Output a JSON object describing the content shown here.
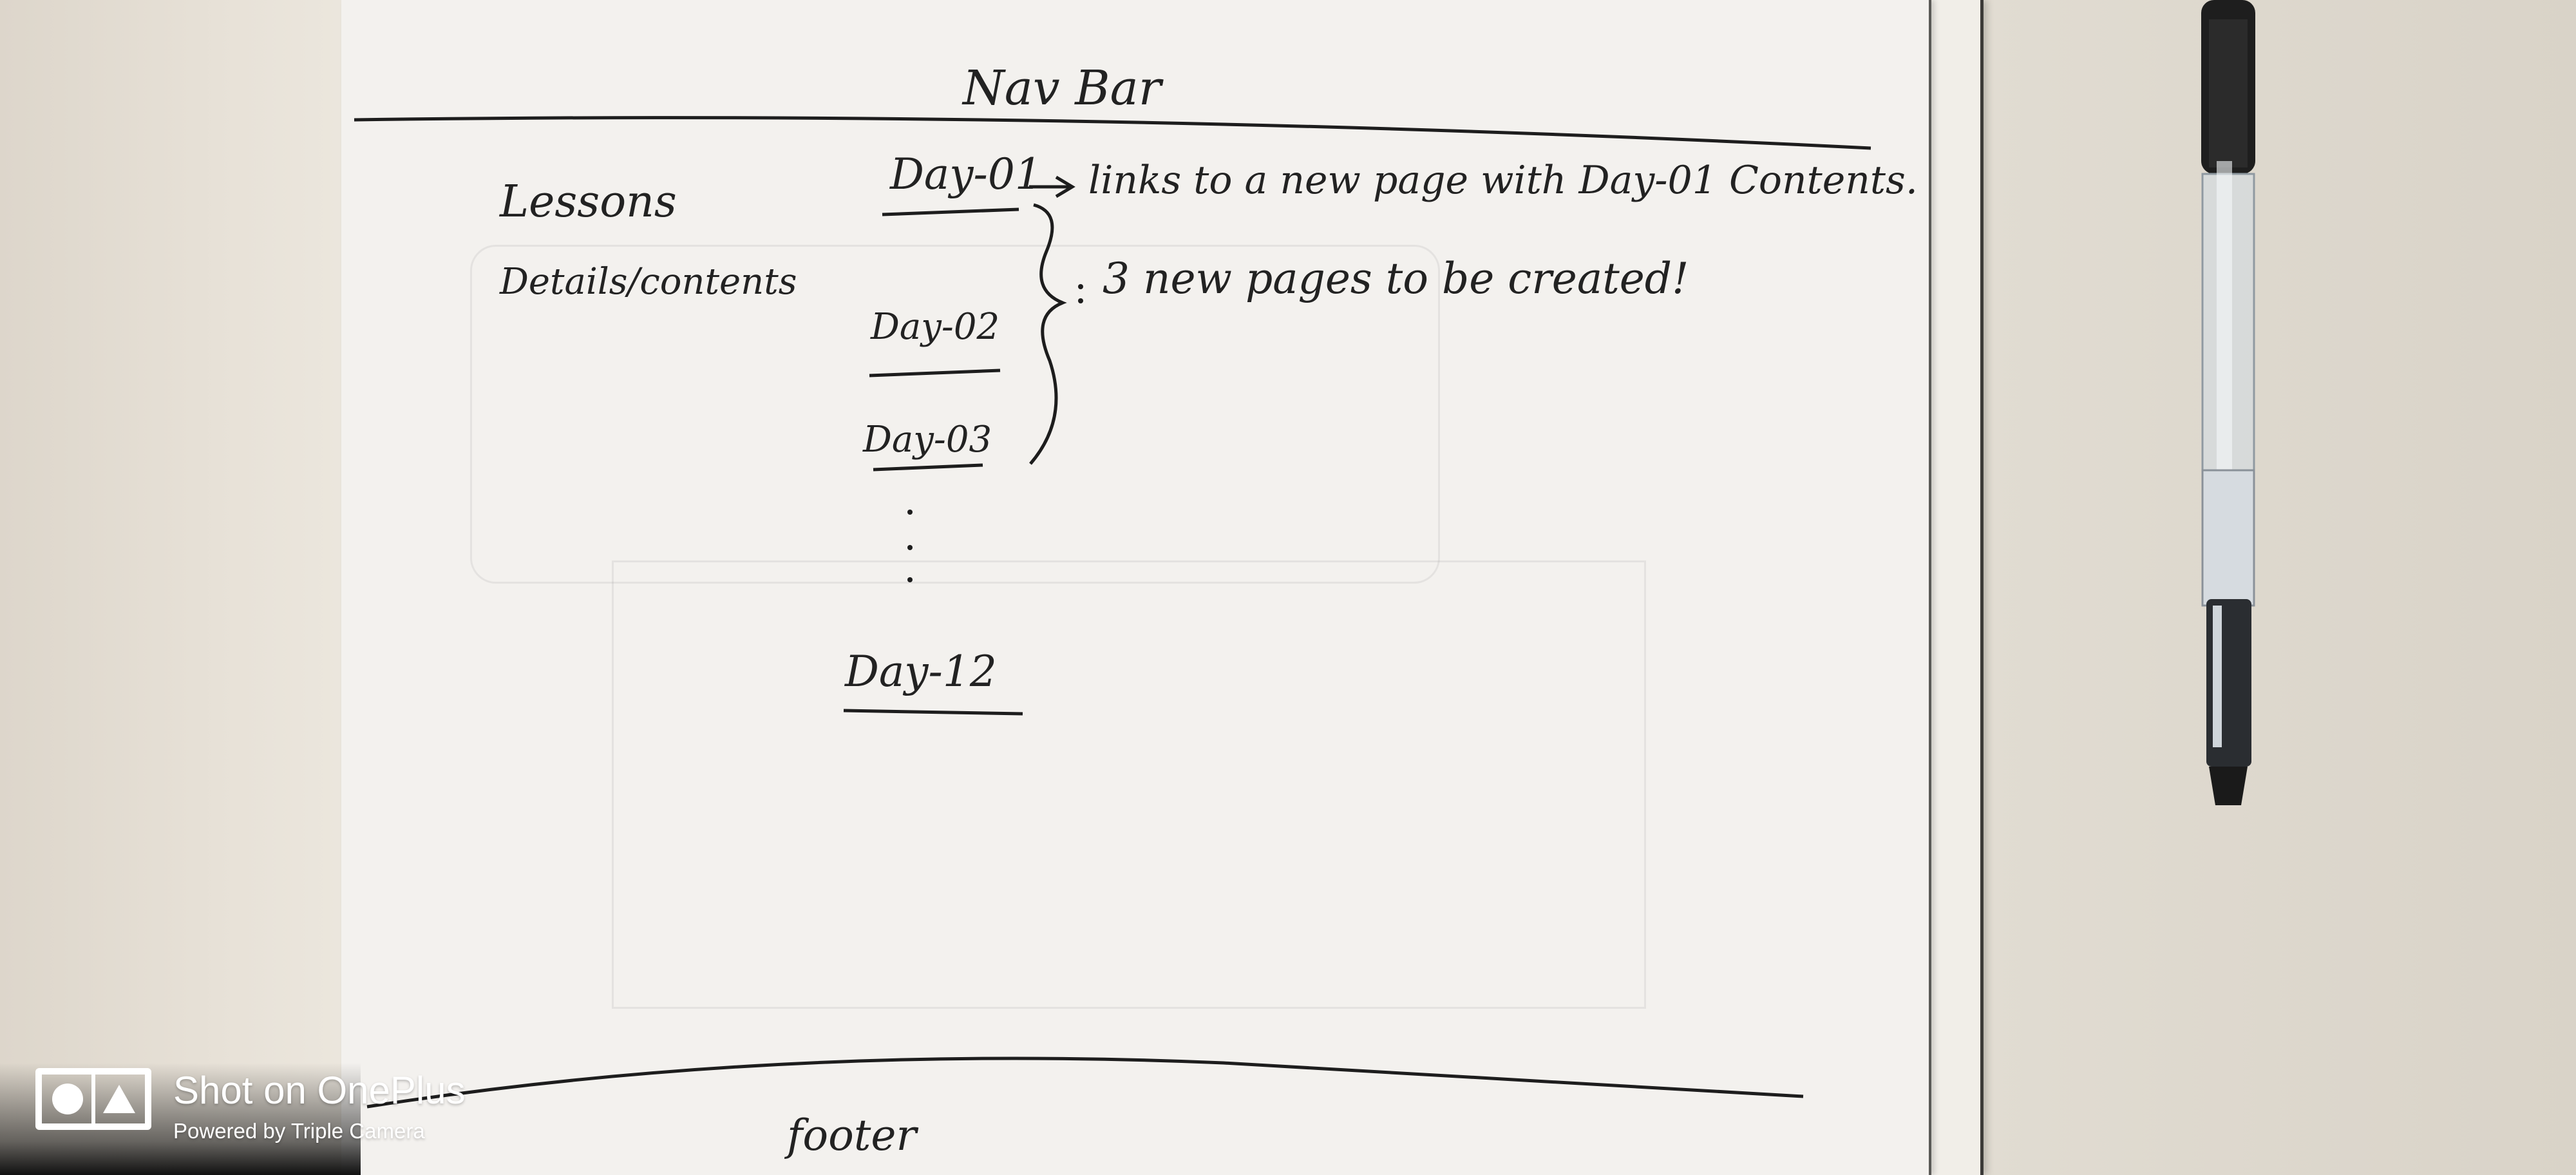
{
  "sketch": {
    "nav_bar": "Nav Bar",
    "lessons": "Lessons",
    "details": "Details/contents",
    "day_links": [
      "Day-01",
      "Day-02",
      "Day-03",
      "Day-12"
    ],
    "note_1": "links to a new page with Day-01 Contents.",
    "note_2": "3 new pages to be created!",
    "footer": "footer"
  },
  "watermark": {
    "line1": "Shot on OnePlus",
    "line2": "Powered by Triple Camera"
  },
  "colors": {
    "paper": "#f3f1ee",
    "ink": "#222222",
    "desk": "#e2ddd3"
  }
}
